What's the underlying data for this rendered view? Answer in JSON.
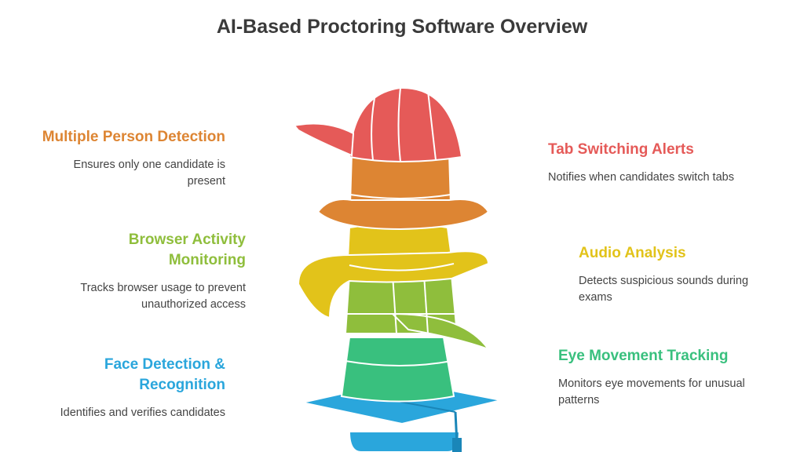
{
  "title": "AI-Based Proctoring Software Overview",
  "colors": {
    "red": "#e55a58",
    "orange": "#dd8533",
    "yellow": "#e2c31a",
    "green": "#8fbe3c",
    "teal": "#39c07e",
    "blue": "#2aa6dc"
  },
  "features": {
    "multiple_person": {
      "title": "Multiple Person Detection",
      "desc": "Ensures only one candidate is present",
      "icon": "hat-orange"
    },
    "browser_activity": {
      "title": "Browser Activity Monitoring",
      "desc": "Tracks browser usage to prevent unauthorized access",
      "icon": "hat-yellow-green"
    },
    "face_detection": {
      "title": "Face Detection & Recognition",
      "desc": "Identifies and verifies candidates",
      "icon": "hat-blue"
    },
    "tab_switching": {
      "title": "Tab Switching Alerts",
      "desc": "Notifies when candidates switch tabs",
      "icon": "cap-red"
    },
    "audio_analysis": {
      "title": "Audio Analysis",
      "desc": "Detects suspicious sounds during exams",
      "icon": "hat-yellow"
    },
    "eye_movement": {
      "title": "Eye Movement Tracking",
      "desc": "Monitors eye movements for unusual patterns",
      "icon": "hat-teal"
    }
  }
}
